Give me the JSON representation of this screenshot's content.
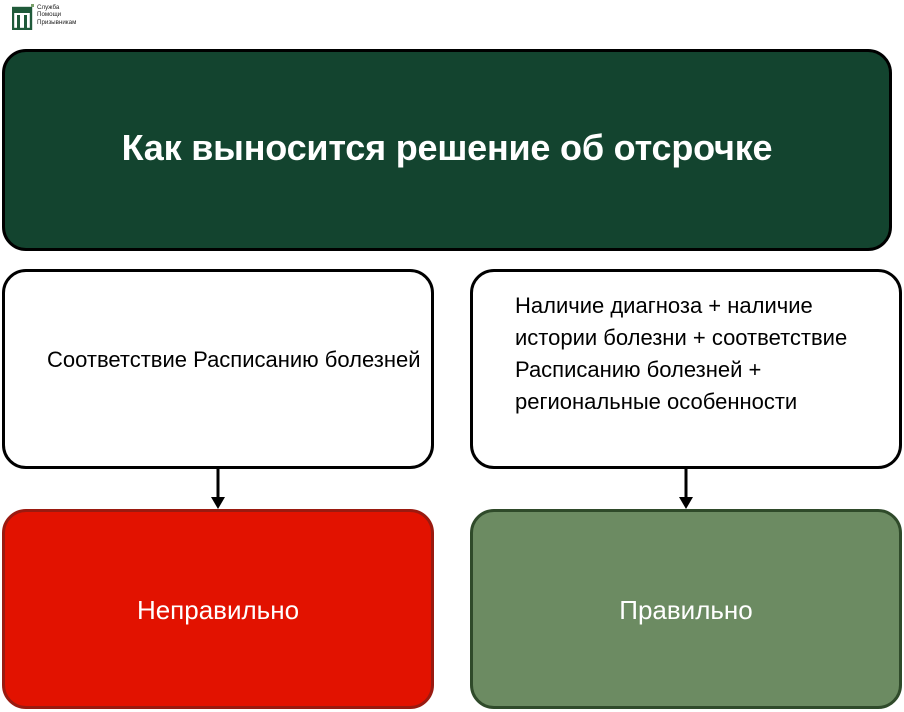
{
  "logo": {
    "lines": "Служба\nПомощи\nПризывникам",
    "color": "#1f5a3a"
  },
  "title": "Как выносится решение об отсрочке",
  "left_box": {
    "text": "Соответствие Расписанию болезней"
  },
  "right_box": {
    "text": "Наличие диагноза + наличие истории болезни + соответствие Расписанию болезней + региональные особенности"
  },
  "results": {
    "wrong": "Неправильно",
    "right": "Правильно"
  },
  "colors": {
    "title_bg": "#13442f",
    "wrong_bg": "#e21200",
    "right_bg": "#6c8b62",
    "border": "#000000"
  }
}
